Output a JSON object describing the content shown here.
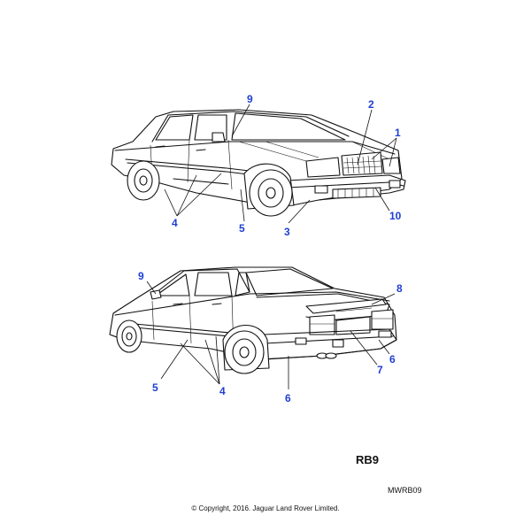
{
  "callouts": {
    "top": {
      "c9": "9",
      "c2": "2",
      "c1": "1",
      "c4": "4",
      "c5": "5",
      "c3": "3",
      "c10": "10"
    },
    "bottom": {
      "c9": "9",
      "c8": "8",
      "c5": "5",
      "c4": "4",
      "c7": "7",
      "c6a": "6",
      "c6b": "6"
    }
  },
  "reference": "RB9",
  "drawing_code": "MWRB09",
  "copyright": "© Copyright, 2016. Jaguar Land Rover Limited.",
  "colors": {
    "callout": "#1f3fd1",
    "line": "#111111"
  }
}
